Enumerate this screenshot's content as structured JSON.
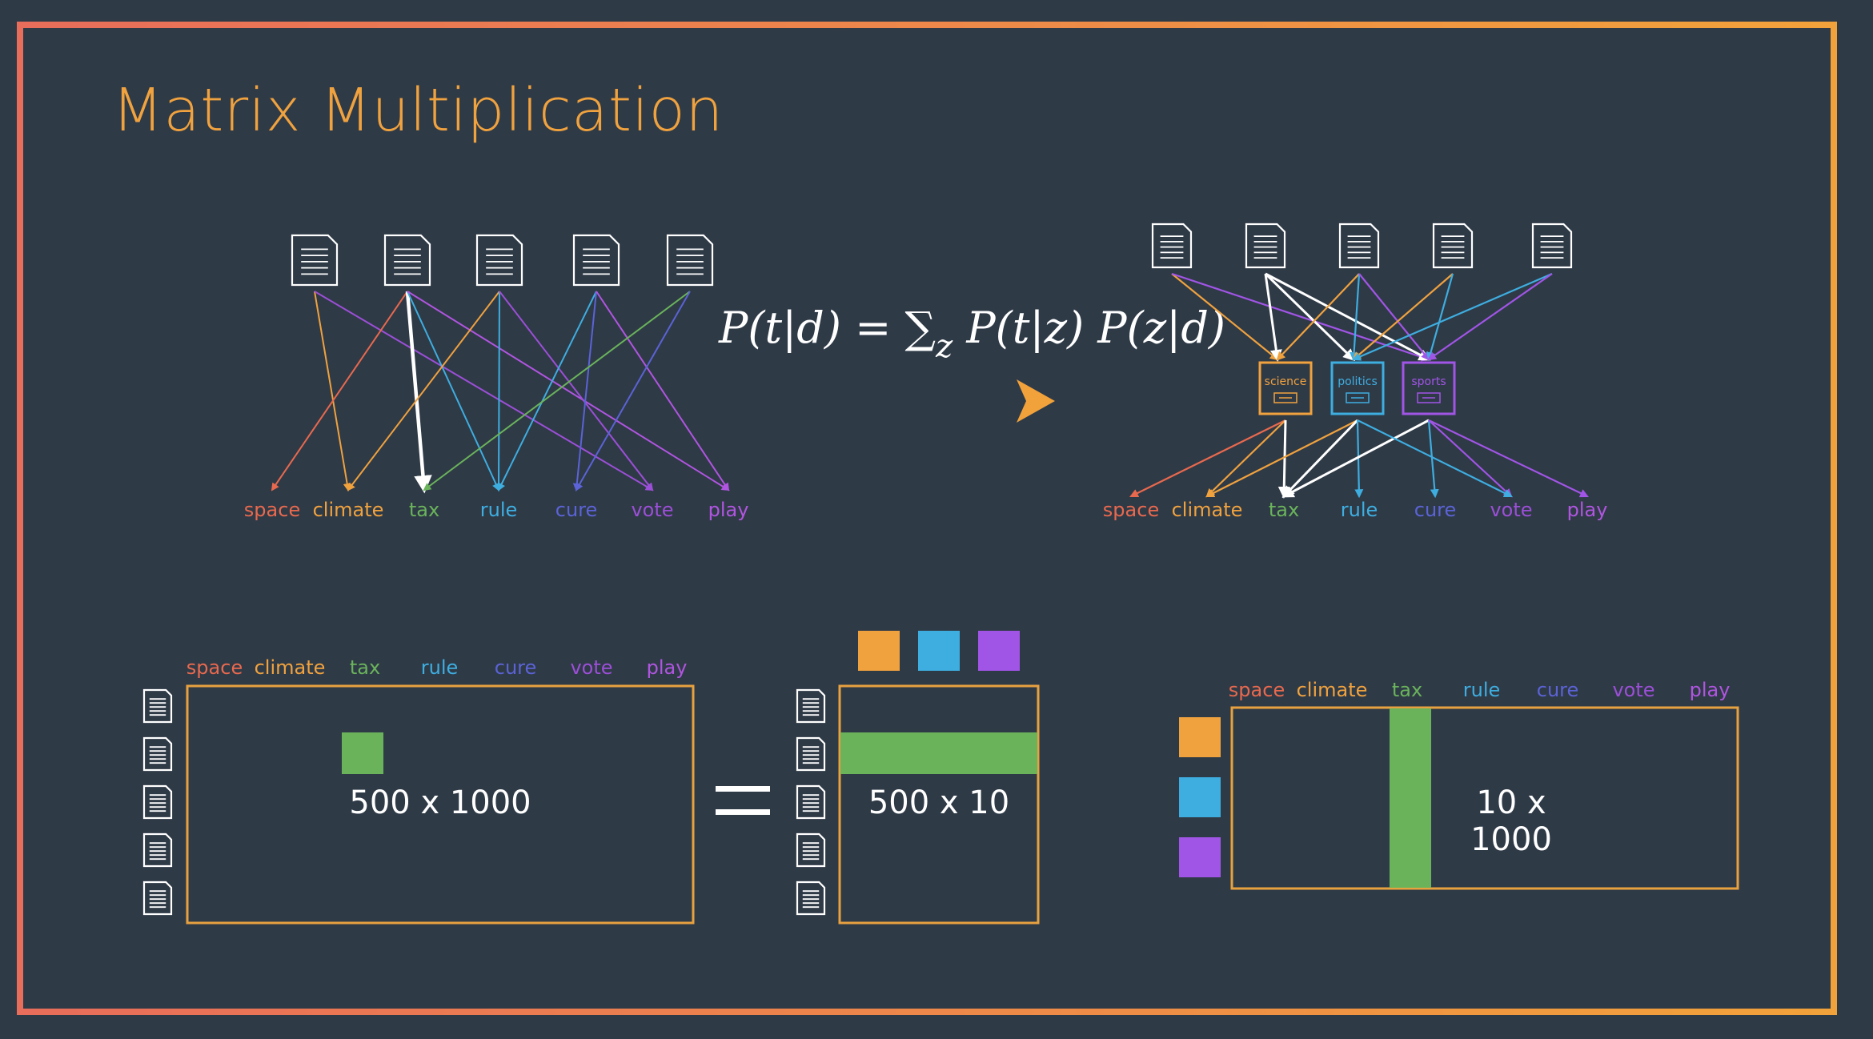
{
  "slide": {
    "title": "Matrix Multiplication",
    "formula": {
      "lhs": "P(t|d) = ",
      "sum": "∑",
      "sum_sub": "z",
      "rhs": " P(t|z)  P(z|d)"
    },
    "words": [
      "space",
      "climate",
      "tax",
      "rule",
      "cure",
      "vote",
      "play"
    ],
    "word_colors": [
      "#e8694e",
      "#f0a23e",
      "#6ab35b",
      "#3eaee0",
      "#5b63d6",
      "#9b4fd6",
      "#b055e0"
    ],
    "topics": [
      {
        "label": "science",
        "color": "#f0a23e"
      },
      {
        "label": "politics",
        "color": "#3eaee0"
      },
      {
        "label": "sports",
        "color": "#a155e6"
      }
    ],
    "topic_squares": [
      "#f0a23e",
      "#3eaee0",
      "#a155e6"
    ],
    "doc_icon": "document-icon",
    "arrow_icon": "right-arrow-icon",
    "equals_icon": "equals-icon",
    "matrices": {
      "left": "500 x 1000",
      "middle": "500 x 10",
      "right": "10 x 1000"
    },
    "highlight_color": "#6ab35b",
    "matrix_border_color": "#e7a13f"
  }
}
